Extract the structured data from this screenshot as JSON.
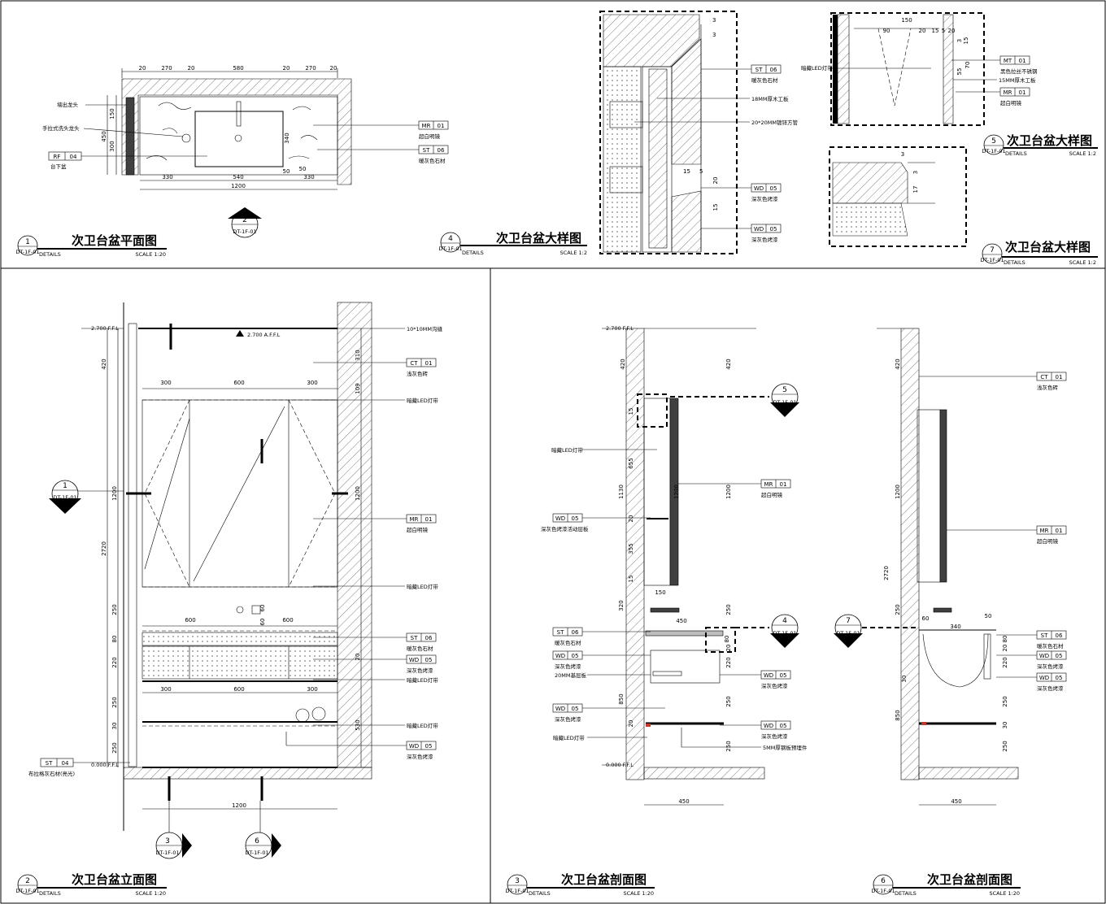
{
  "details": [
    {
      "num": "1",
      "ref": "DT-1F-01",
      "title": "次卫台盆平面图",
      "details_label": "DETAILS",
      "scale": "SCALE  1:20"
    },
    {
      "num": "4",
      "ref": "DT-1F-01",
      "title": "次卫台盆大样图",
      "details_label": "DETAILS",
      "scale": "SCALE  1:2"
    },
    {
      "num": "5",
      "ref": "DT-1F-01",
      "title": "次卫台盆大样图",
      "details_label": "DETAILS",
      "scale": "SCALE  1:2"
    },
    {
      "num": "7",
      "ref": "DT-1F-01",
      "title": "次卫台盆大样图",
      "details_label": "DETAILS",
      "scale": "SCALE  1:2"
    },
    {
      "num": "2",
      "ref": "DT-1F-01",
      "title": "次卫台盆立面图",
      "details_label": "DETAILS",
      "scale": "SCALE  1:20"
    },
    {
      "num": "3",
      "ref": "DT-1F-01",
      "title": "次卫台盆剖面图",
      "details_label": "DETAILS",
      "scale": "SCALE  1:20"
    },
    {
      "num": "6",
      "ref": "DT-1F-01",
      "title": "次卫台盆剖面图",
      "details_label": "DETAILS",
      "scale": "SCALE  1:20"
    }
  ],
  "plan": {
    "dims_top": [
      "20",
      "270",
      "20",
      "580",
      "20",
      "270",
      "20"
    ],
    "dims_bottom": [
      "330",
      "540",
      "330"
    ],
    "dim_total": "1200",
    "dims_left": [
      "150",
      "450",
      "300"
    ],
    "dim_basin": "340",
    "dim_50a": "50",
    "dim_50b": "50",
    "labels_left": [
      "墙出龙头",
      "手拉式洗头龙头"
    ],
    "tag_rf": {
      "code": "RF",
      "num": "04",
      "text": "台下盆"
    },
    "tag_mr": {
      "code": "MR",
      "num": "01",
      "text": "超白明镜"
    },
    "tag_st": {
      "code": "ST",
      "num": "06",
      "text": "暖灰色石材"
    },
    "section_marker": {
      "num": "2",
      "ref": "DT-1F-01"
    }
  },
  "detail4": {
    "dims": [
      "3",
      "3",
      "15",
      "5",
      "20",
      "15"
    ],
    "tags": [
      {
        "code": "ST",
        "num": "06",
        "text": "暖灰色石材"
      },
      {
        "code": "WD",
        "num": "05",
        "text": "深灰色烤漆"
      },
      {
        "code": "WD",
        "num": "05",
        "text": "深灰色烤漆"
      }
    ],
    "notes": [
      "18MM厚木工板",
      "20*20MM镀锌方管"
    ]
  },
  "detail5": {
    "dims": [
      "150",
      "90",
      "20",
      "15",
      "5",
      "20",
      "3",
      "15",
      "70",
      "55"
    ],
    "note_led": "暗藏LED灯带",
    "tag_mt": {
      "code": "MT",
      "num": "01",
      "text": "黑色拉丝不锈钢"
    },
    "note_board": "15MM厚木工板",
    "tag_mr": {
      "code": "MR",
      "num": "01",
      "text": "超白明镜"
    }
  },
  "detail7": {
    "dims": [
      "3",
      "3",
      "17"
    ]
  },
  "elevation": {
    "level_top": "2.700 F.F.L",
    "level_bottom": "0.000 F.F.L",
    "afl": "2.700 A.F.F.L",
    "dims_left": [
      "420",
      "1200",
      "2720",
      "250",
      "80",
      "220",
      "250",
      "30",
      "250"
    ],
    "dims_right": [
      "310",
      "109",
      "1200",
      "20",
      "530"
    ],
    "dims_h1": [
      "300",
      "600",
      "300"
    ],
    "dims_h2": [
      "600",
      "600"
    ],
    "dims_h3": [
      "300",
      "600",
      "300"
    ],
    "dim_total": "1200",
    "dim_faucet": [
      "60",
      "60"
    ],
    "notes_right": [
      "10*10MM沟缝",
      "暗藏LED灯带",
      "暗藏LED灯带",
      "暗藏LED灯带",
      "暗藏LED灯带"
    ],
    "tags": [
      {
        "code": "CT",
        "num": "01",
        "text": "浅灰色砖"
      },
      {
        "code": "MR",
        "num": "01",
        "text": "超白明镜"
      },
      {
        "code": "ST",
        "num": "06",
        "text": "暖灰色石材"
      },
      {
        "code": "WD",
        "num": "05",
        "text": "深灰色烤漆"
      },
      {
        "code": "WD",
        "num": "05",
        "text": "深灰色烤漆"
      }
    ],
    "tag_left": {
      "code": "ST",
      "num": "04",
      "text": "布拉格灰石材(亮光)"
    },
    "marker_left": {
      "num": "1",
      "ref": "DT-1F-01"
    },
    "markers_bottom": [
      {
        "num": "3",
        "ref": "DT-1F-01"
      },
      {
        "num": "6",
        "ref": "DT-1F-01"
      }
    ]
  },
  "section3": {
    "level_top": "2.700 F.F.L",
    "level_bottom": "0.000 F.F.L",
    "dims_left": [
      "420",
      "15",
      "655",
      "1130",
      "20",
      "355",
      "15",
      "320",
      "850"
    ],
    "dims_right": [
      "420",
      "1200",
      "1200",
      "250",
      "80",
      "20",
      "220",
      "250",
      "250"
    ],
    "dims_misc": [
      "150",
      "450",
      "20"
    ],
    "dim_bottom": "450",
    "notes_left": [
      "暗藏LED灯带",
      "深灰色烤漆活动层板",
      "20MM基层板",
      "暗藏LED灯带"
    ],
    "tags_left": [
      {
        "code": "WD",
        "num": "05",
        "text": "深灰色烤漆活动层板"
      },
      {
        "code": "ST",
        "num": "06",
        "text": "暖灰色石材"
      },
      {
        "code": "WD",
        "num": "05",
        "text": "深灰色烤漆"
      },
      {
        "code": "WD",
        "num": "05",
        "text": "深灰色烤漆"
      }
    ],
    "tags_right": [
      {
        "code": "MR",
        "num": "01",
        "text": "超白明镜"
      },
      {
        "code": "WD",
        "num": "05",
        "text": "深灰色烤漆"
      },
      {
        "code": "WD",
        "num": "05",
        "text": "深灰色烤漆"
      }
    ],
    "note_steel": "5MM厚钢板预埋件",
    "markers": [
      {
        "num": "5",
        "ref": "DT-1F-01"
      },
      {
        "num": "4",
        "ref": "DT-1F-01"
      }
    ]
  },
  "section6": {
    "dims_left": [
      "420",
      "1200",
      "2720",
      "250",
      "850"
    ],
    "dims_right": [
      "50",
      "340",
      "80",
      "20",
      "220",
      "250",
      "30",
      "250"
    ],
    "dim_60": "60",
    "dim_30": "30",
    "dim_bottom": "450",
    "tags": [
      {
        "code": "CT",
        "num": "01",
        "text": "浅灰色砖"
      },
      {
        "code": "MR",
        "num": "01",
        "text": "超白明镜"
      },
      {
        "code": "ST",
        "num": "06",
        "text": "暖灰色石材"
      },
      {
        "code": "WD",
        "num": "05",
        "text": "深灰色烤漆"
      },
      {
        "code": "WD",
        "num": "05",
        "text": "深灰色烤漆"
      }
    ],
    "marker": {
      "num": "7",
      "ref": "DT-1F-01"
    }
  }
}
